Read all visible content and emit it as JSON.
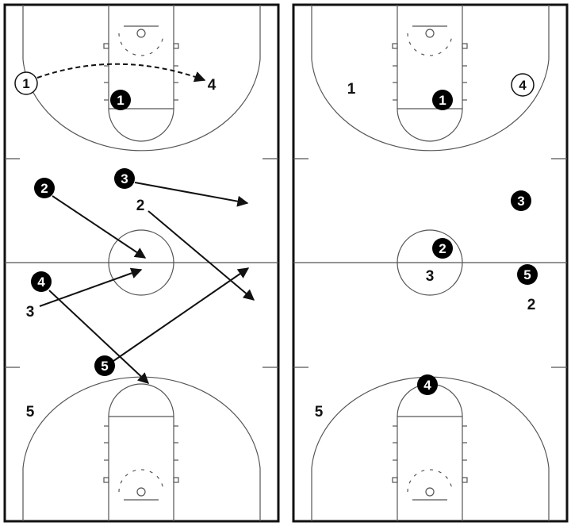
{
  "diagram": {
    "left_court": {
      "offense_outlines": [
        "1"
      ],
      "offense_black": [
        "1",
        "2",
        "3",
        "4",
        "5"
      ],
      "defense_labels": [
        "4",
        "2",
        "3",
        "5"
      ]
    },
    "right_court": {
      "offense_outlines": [
        "4"
      ],
      "offense_black": [
        "1",
        "3",
        "2",
        "5",
        "4"
      ],
      "defense_labels": [
        "1",
        "3",
        "2",
        "5"
      ]
    }
  },
  "colors": {
    "line": "#555555",
    "border": "#111111",
    "player": "#000000"
  }
}
